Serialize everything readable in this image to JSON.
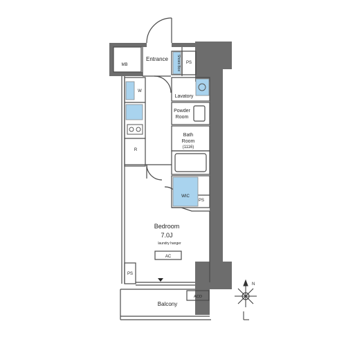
{
  "floorplan": {
    "rooms": {
      "entrance": "Entrance",
      "shoes_box": "Shoes Box",
      "ps_top": "PS",
      "mb": "MB",
      "lavatory": "Lavatory",
      "w": "W",
      "powder_room_line1": "Powder",
      "powder_room_line2": "Room",
      "bath_room_line1": "Bath",
      "bath_room_line2": "Room",
      "bath_size": "(1116)",
      "r": "R",
      "wic": "WIC",
      "ps_wic": "PS",
      "bedroom": "Bedroom",
      "bedroom_size": "7.0J",
      "laundry_hanger": "laundry hanger",
      "ac": "AC",
      "ps_bottom": "PS",
      "aco": "ACO",
      "balcony": "Balcony"
    },
    "compass": {
      "north_label": "N"
    },
    "colors": {
      "wall_gray": "#6d6d6d",
      "fixture_blue": "#a9d3ee",
      "fixture_outline": "#8a8a8a",
      "line": "#4a4a4a"
    }
  }
}
